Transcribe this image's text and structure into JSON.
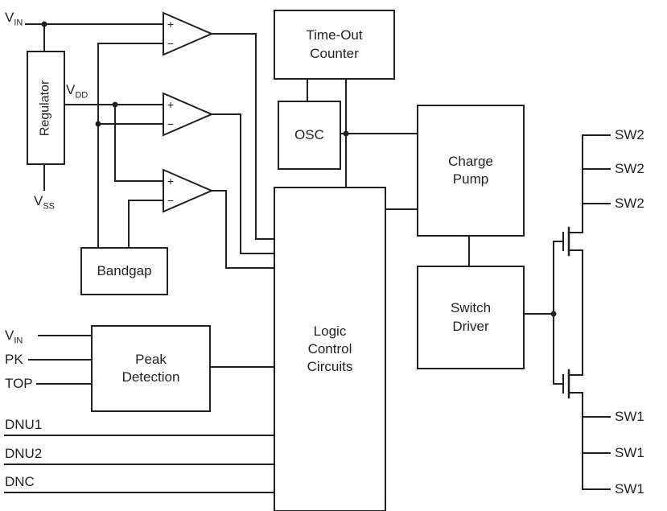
{
  "colors": {
    "wire": "#231f20",
    "background": "#ffffff"
  },
  "blocks": {
    "regulator": {
      "lines": [
        "Regulator"
      ]
    },
    "timeout_counter": {
      "lines": [
        "Time-Out",
        "Counter"
      ]
    },
    "osc": {
      "lines": [
        "OSC"
      ]
    },
    "charge_pump": {
      "lines": [
        "Charge",
        "Pump"
      ]
    },
    "logic_control": {
      "lines": [
        "Logic",
        "Control",
        "Circuits"
      ]
    },
    "switch_driver": {
      "lines": [
        "Switch",
        "Driver"
      ]
    },
    "bandgap": {
      "lines": [
        "Bandgap"
      ]
    },
    "peak_detection": {
      "lines": [
        "Peak",
        "Detection"
      ]
    }
  },
  "pins": {
    "vin_top": {
      "base": "V",
      "sub": "IN"
    },
    "vdd": {
      "base": "V",
      "sub": "DD"
    },
    "vss": {
      "base": "V",
      "sub": "SS"
    },
    "vin_peak": {
      "base": "V",
      "sub": "IN"
    },
    "pk": {
      "label": "PK"
    },
    "top": {
      "label": "TOP"
    },
    "dnu1": {
      "label": "DNU1"
    },
    "dnu2": {
      "label": "DNU2"
    },
    "dnc": {
      "label": "DNC"
    },
    "sw2_labels": [
      "SW2",
      "SW2",
      "SW2"
    ],
    "sw1_labels": [
      "SW1",
      "SW1",
      "SW1"
    ]
  },
  "comparator_signs": {
    "plus": "+",
    "minus": "−"
  }
}
